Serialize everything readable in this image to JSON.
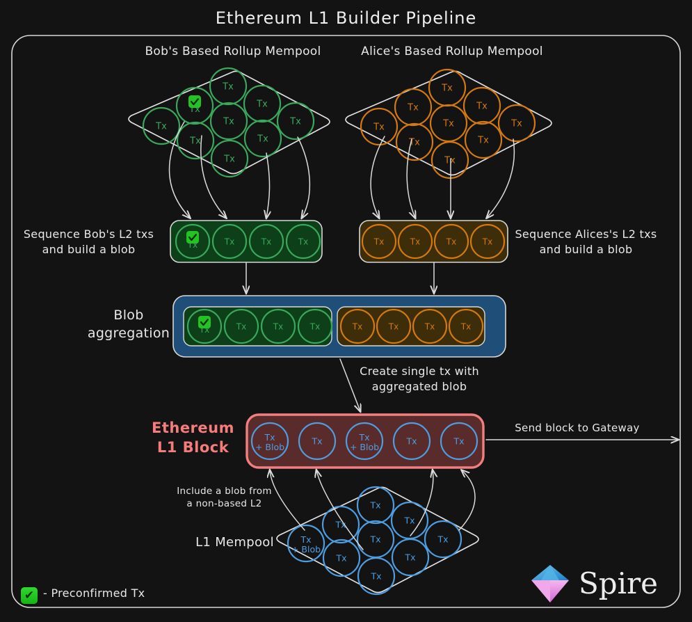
{
  "title": "Ethereum L1 Builder Pipeline",
  "labels": {
    "bob_mempool": "Bob's Based Rollup Mempool",
    "alice_mempool": "Alice's Based Rollup Mempool",
    "sequence_bob": "Sequence Bob's L2 txs\nand build a blob",
    "sequence_alice": "Sequence Alices's L2 txs\nand build a blob",
    "blob_aggregation": "Blob\naggregation",
    "create_single_tx": "Create single tx with\naggregated blob",
    "eth_l1_block": "Ethereum\nL1 Block",
    "send_block": "Send block to Gateway",
    "include_blob": "Include a blob from\na non-based L2",
    "l1_mempool": "L1 Mempool",
    "legend_text": "- Preconfirmed Tx",
    "legend_icon": "checkmark-icon",
    "legend_glyph": "✔",
    "brand": "Spire"
  },
  "colors": {
    "background": "#131313",
    "frame": "#d8d8d8",
    "green_stroke": "#3aa85c",
    "green_fill": "#0d3f18",
    "orange_stroke": "#d2790f",
    "orange_fill": "#3d2d08",
    "blue_container": "#1f4e79",
    "block_border": "#f08080",
    "block_fill": "#5a2b2b",
    "blue_stroke": "#4d9de0",
    "eth_text": "#f47c7c",
    "preconfirm_green": "#22c322",
    "spire_top": "#3aa0dd",
    "spire_bottom": "#e87ee0"
  },
  "bob_mempool": {
    "type": "mempool-diamond",
    "count": 9,
    "items": [
      {
        "label": "Tx",
        "preconfirmed": false
      },
      {
        "label": "Tx",
        "preconfirmed": true
      },
      {
        "label": "Tx",
        "preconfirmed": false
      },
      {
        "label": "Tx",
        "preconfirmed": false
      },
      {
        "label": "Tx",
        "preconfirmed": false
      },
      {
        "label": "Tx",
        "preconfirmed": false
      },
      {
        "label": "Tx",
        "preconfirmed": false
      },
      {
        "label": "Tx",
        "preconfirmed": false
      },
      {
        "label": "Tx",
        "preconfirmed": false
      }
    ]
  },
  "alice_mempool": {
    "type": "mempool-diamond",
    "count": 9,
    "items": [
      {
        "label": "Tx"
      },
      {
        "label": "Tx"
      },
      {
        "label": "Tx"
      },
      {
        "label": "Tx"
      },
      {
        "label": "Tx"
      },
      {
        "label": "Tx"
      },
      {
        "label": "Tx"
      },
      {
        "label": "Tx"
      },
      {
        "label": "Tx"
      }
    ]
  },
  "bob_blob": {
    "count": 4,
    "items": [
      {
        "label": "Tx",
        "preconfirmed": true
      },
      {
        "label": "Tx",
        "preconfirmed": false
      },
      {
        "label": "Tx",
        "preconfirmed": false
      },
      {
        "label": "Tx",
        "preconfirmed": false
      }
    ]
  },
  "alice_blob": {
    "count": 4,
    "items": [
      {
        "label": "Tx"
      },
      {
        "label": "Tx"
      },
      {
        "label": "Tx"
      },
      {
        "label": "Tx"
      }
    ]
  },
  "aggregated_blob": {
    "green": [
      {
        "label": "Tx",
        "preconfirmed": true
      },
      {
        "label": "Tx",
        "preconfirmed": false
      },
      {
        "label": "Tx",
        "preconfirmed": false
      },
      {
        "label": "Tx",
        "preconfirmed": false
      }
    ],
    "orange": [
      {
        "label": "Tx"
      },
      {
        "label": "Tx"
      },
      {
        "label": "Tx"
      },
      {
        "label": "Tx"
      }
    ]
  },
  "l1_block": {
    "count": 5,
    "items": [
      {
        "line1": "Tx",
        "line2": "+ Blob"
      },
      {
        "line1": "Tx",
        "line2": ""
      },
      {
        "line1": "Tx",
        "line2": "+ Blob"
      },
      {
        "line1": "Tx",
        "line2": ""
      },
      {
        "line1": "Tx",
        "line2": ""
      }
    ]
  },
  "l1_mempool": {
    "count": 9,
    "items": [
      {
        "line1": "Tx",
        "line2": "+ Blob"
      },
      {
        "line1": "Tx",
        "line2": ""
      },
      {
        "line1": "Tx",
        "line2": ""
      },
      {
        "line1": "Tx",
        "line2": ""
      },
      {
        "line1": "Tx",
        "line2": ""
      },
      {
        "line1": "Tx",
        "line2": ""
      },
      {
        "line1": "Tx",
        "line2": ""
      },
      {
        "line1": "Tx",
        "line2": ""
      },
      {
        "line1": "Tx",
        "line2": ""
      }
    ]
  }
}
